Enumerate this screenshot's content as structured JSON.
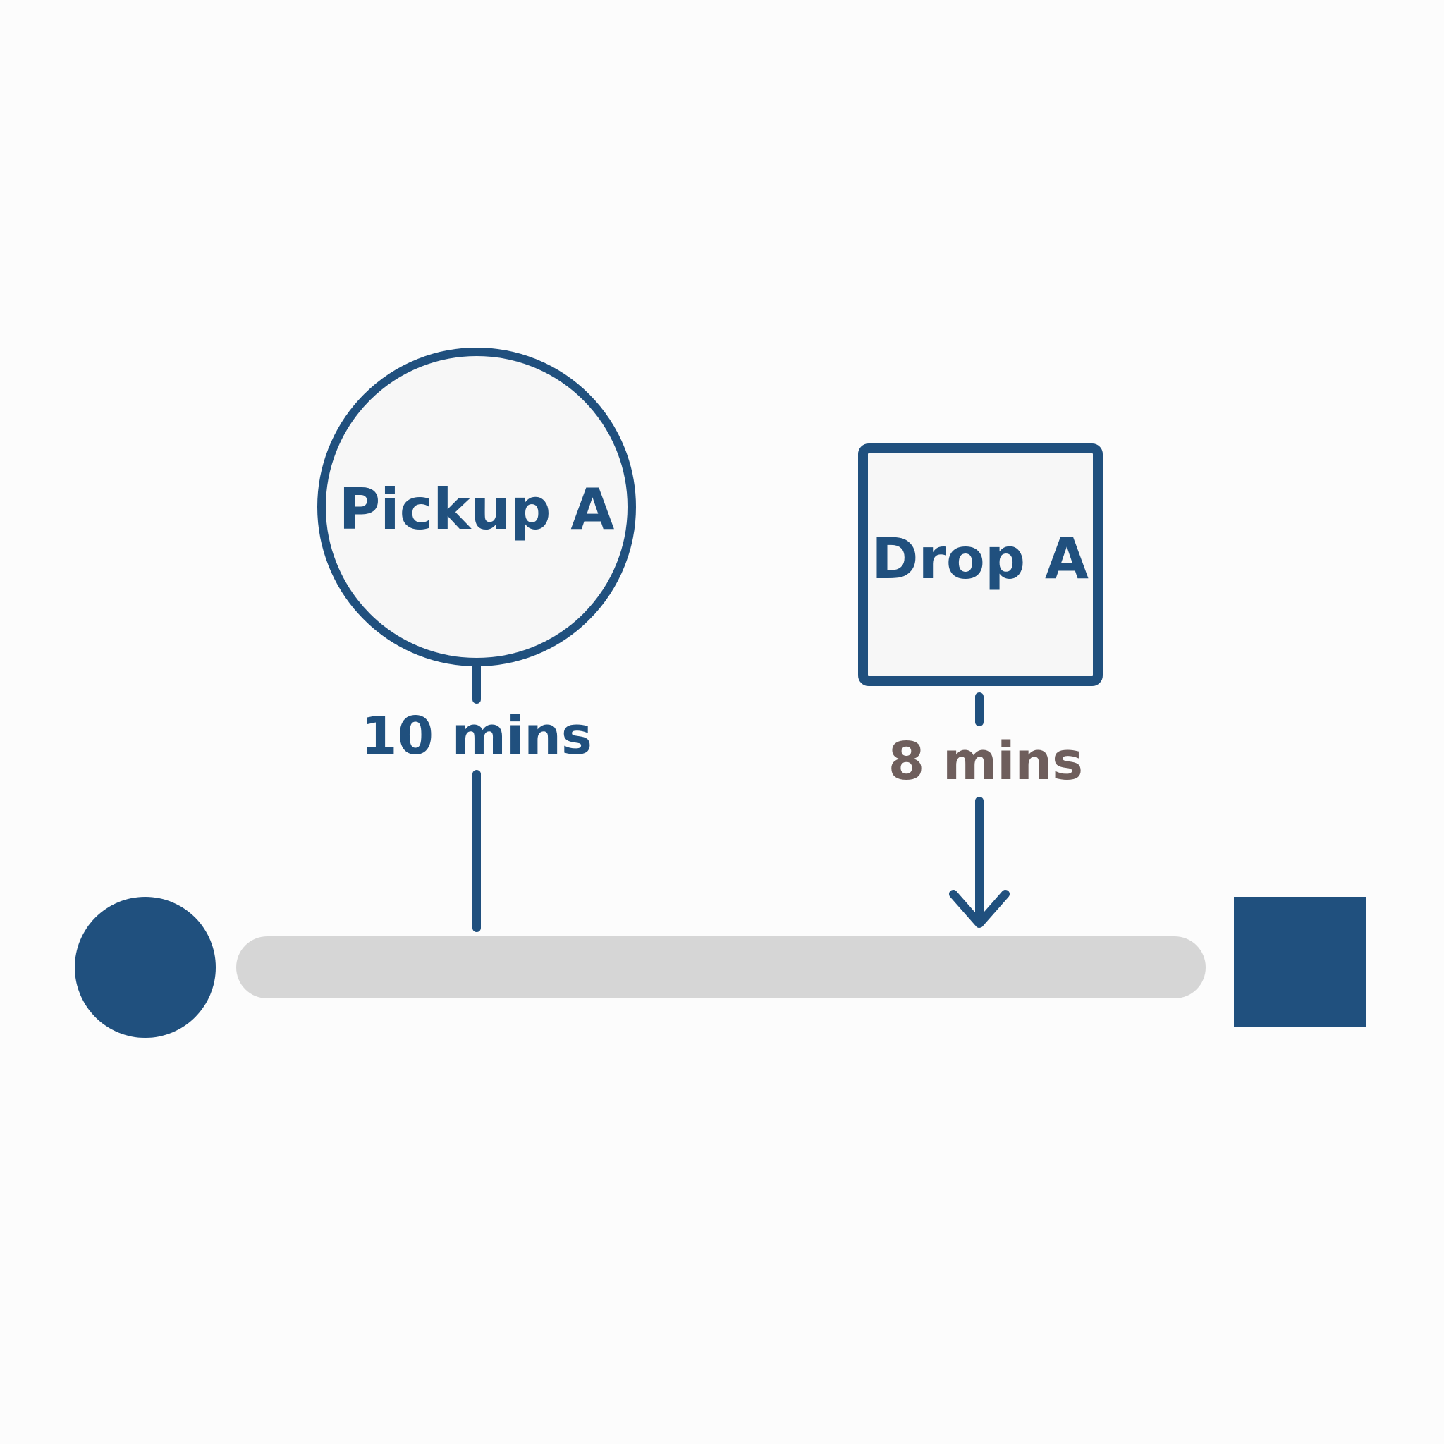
{
  "colors": {
    "primary": "#20507e",
    "track": "#d6d6d6",
    "node_fill": "#f7f7f7",
    "secondary_time": "#6e5e5c"
  },
  "pickup": {
    "label": "Pickup A",
    "time": "10 mins",
    "shape": "circle"
  },
  "drop": {
    "label": "Drop A",
    "time": "8 mins",
    "shape": "square"
  },
  "route": {
    "start_marker": "filled-circle",
    "end_marker": "filled-square"
  }
}
